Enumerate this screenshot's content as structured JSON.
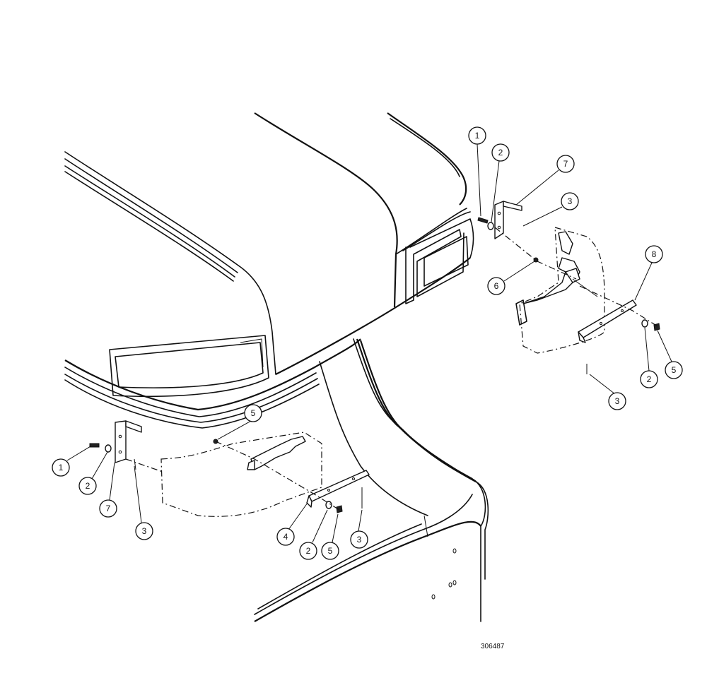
{
  "figure_number": "306487",
  "callouts": [
    {
      "id": "c1",
      "label": "1"
    },
    {
      "id": "c2",
      "label": "2"
    },
    {
      "id": "c3",
      "label": "7"
    },
    {
      "id": "c4",
      "label": "3"
    },
    {
      "id": "c5",
      "label": "6"
    },
    {
      "id": "c6",
      "label": "8"
    },
    {
      "id": "c7",
      "label": "2"
    },
    {
      "id": "c8",
      "label": "5"
    },
    {
      "id": "c9",
      "label": "3"
    },
    {
      "id": "c10",
      "label": "5"
    },
    {
      "id": "c11",
      "label": "1"
    },
    {
      "id": "c12",
      "label": "2"
    },
    {
      "id": "c13",
      "label": "7"
    },
    {
      "id": "c14",
      "label": "3"
    },
    {
      "id": "c15",
      "label": "4"
    },
    {
      "id": "c16",
      "label": "2"
    },
    {
      "id": "c17",
      "label": "5"
    },
    {
      "id": "c18",
      "label": "3"
    }
  ]
}
